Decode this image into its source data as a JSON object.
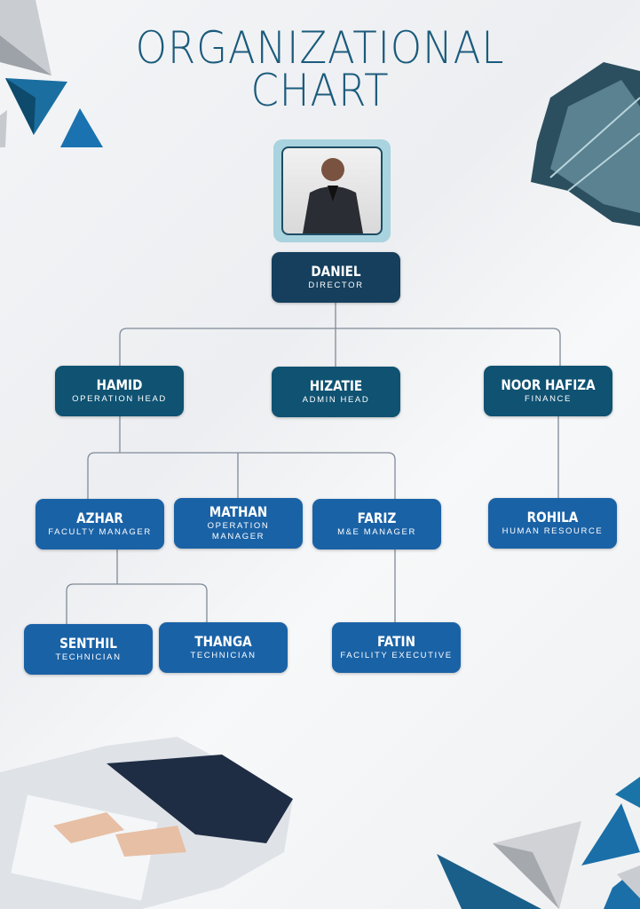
{
  "title": {
    "line1": "ORGANIZATIONAL",
    "line2": "CHART"
  },
  "director": {
    "name": "DANIEL",
    "role": "DIRECTOR"
  },
  "level2": [
    {
      "name": "HAMID",
      "role": "OPERATION HEAD"
    },
    {
      "name": "HIZATIE",
      "role": "ADMIN HEAD"
    },
    {
      "name": "NOOR HAFIZA",
      "role": "FINANCE"
    }
  ],
  "level3": [
    {
      "name": "AZHAR",
      "role": "FACULTY MANAGER"
    },
    {
      "name": "MATHAN",
      "role": "OPERATION MANAGER"
    },
    {
      "name": "FARIZ",
      "role": "M&E MANAGER"
    },
    {
      "name": "ROHILA",
      "role": "HUMAN RESOURCE"
    }
  ],
  "level4": [
    {
      "name": "SENTHIL",
      "role": "TECHNICIAN"
    },
    {
      "name": "THANGA",
      "role": "TECHNICIAN"
    },
    {
      "name": "FATIN",
      "role": "FACILITY EXECUTIVE"
    }
  ],
  "colors": {
    "title": "#1b5b7c",
    "director": "#153f5d",
    "head": "#0f5272",
    "staff": "#1a62a6"
  }
}
